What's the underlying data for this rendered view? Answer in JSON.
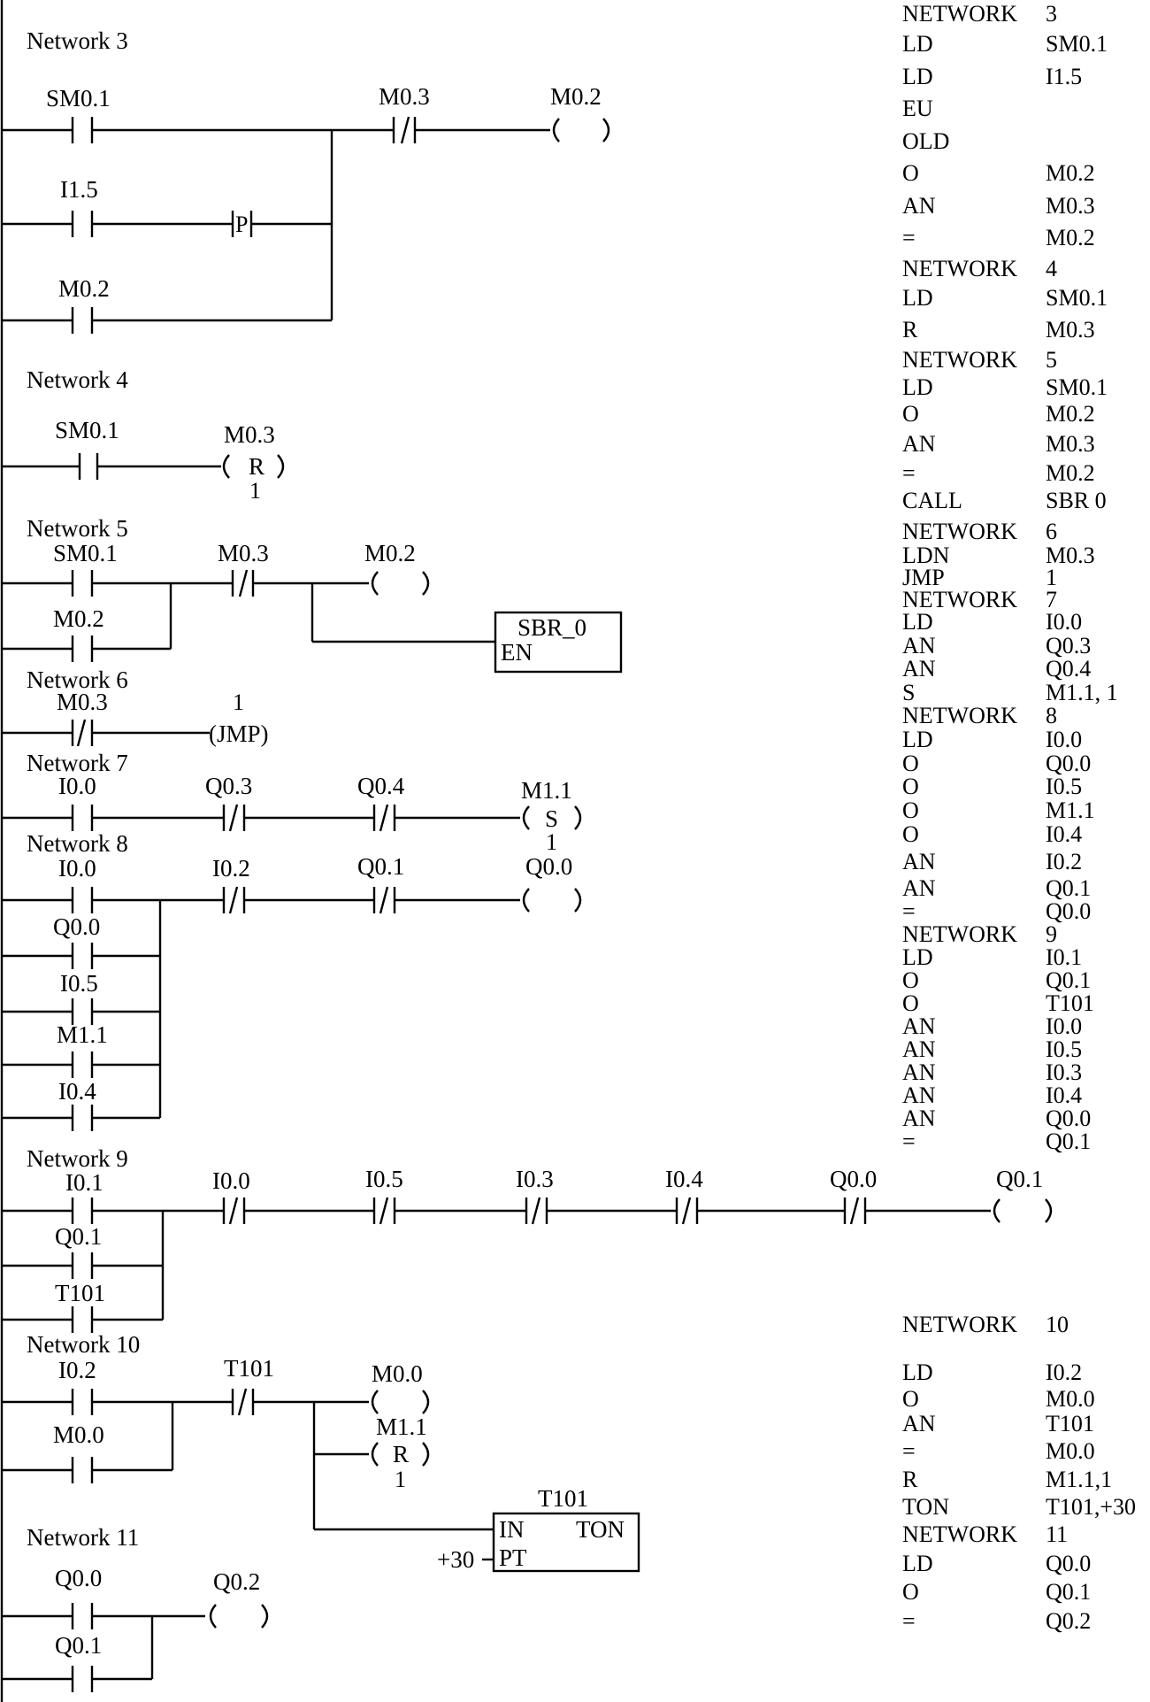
{
  "networks": {
    "n3": {
      "title": "Network 3",
      "c_sm01": "SM0.1",
      "c_i15": "I1.5",
      "c_m02": "M0.2",
      "p_label": "P",
      "c_m03": "M0.3",
      "coil_m02": "M0.2"
    },
    "n4": {
      "title": "Network 4",
      "c_sm01": "SM0.1",
      "coil_m03": "M0.3",
      "coil_letter": "R",
      "coil_n": "1"
    },
    "n5": {
      "title": "Network 5",
      "c_sm01": "SM0.1",
      "c_m02": "M0.2",
      "c_m03": "M0.3",
      "coil_m02": "M0.2",
      "box_name": "SBR_0",
      "box_en": "EN"
    },
    "n6": {
      "title": "Network 6",
      "c_m03": "M0.3",
      "jmp_n": "1",
      "jmp_text": "(JMP)"
    },
    "n7": {
      "title": "Network 7",
      "c_i00": "I0.0",
      "c_q03": "Q0.3",
      "c_q04": "Q0.4",
      "coil_m11": "M1.1",
      "coil_letter": "S",
      "coil_n": "1"
    },
    "n8": {
      "title": "Network 8",
      "c_i00": "I0.0",
      "c_q00": "Q0.0",
      "c_i05": "I0.5",
      "c_m11": "M1.1",
      "c_i04": "I0.4",
      "c_i02": "I0.2",
      "c_q01": "Q0.1",
      "coil_q00": "Q0.0"
    },
    "n9": {
      "title": "Network 9",
      "c_i01": "I0.1",
      "c_q01": "Q0.1",
      "c_t101": "T101",
      "c_i00": "I0.0",
      "c_i05": "I0.5",
      "c_i03": "I0.3",
      "c_i04": "I0.4",
      "c_q00": "Q0.0",
      "coil_q01": "Q0.1"
    },
    "n10": {
      "title": "Network 10",
      "c_i02": "I0.2",
      "c_m00": "M0.0",
      "c_t101": "T101",
      "coil_m00": "M0.0",
      "coil_m11": "M1.1",
      "coil_letter": "R",
      "coil_n": "1",
      "timer_name": "T101",
      "timer_in": "IN",
      "timer_type": "TON",
      "timer_pt": "PT",
      "timer_preset": "+30"
    },
    "n11": {
      "title": "Network 11",
      "c_q00": "Q0.0",
      "c_q01": "Q0.1",
      "coil_q02": "Q0.2"
    }
  },
  "instructions": [
    {
      "op": "NETWORK",
      "arg": "3"
    },
    {
      "op": "LD",
      "arg": "SM0.1"
    },
    {
      "op": "LD",
      "arg": "I1.5"
    },
    {
      "op": "EU",
      "arg": ""
    },
    {
      "op": "OLD",
      "arg": ""
    },
    {
      "op": "O",
      "arg": "M0.2"
    },
    {
      "op": "AN",
      "arg": "M0.3"
    },
    {
      "op": "=",
      "arg": "M0.2"
    },
    {
      "op": "NETWORK",
      "arg": "4"
    },
    {
      "op": "LD",
      "arg": "SM0.1"
    },
    {
      "op": "R",
      "arg": "M0.3"
    },
    {
      "op": "NETWORK",
      "arg": "5"
    },
    {
      "op": "LD",
      "arg": "SM0.1"
    },
    {
      "op": "O",
      "arg": "M0.2"
    },
    {
      "op": "AN",
      "arg": "M0.3"
    },
    {
      "op": "=",
      "arg": "M0.2"
    },
    {
      "op": "CALL",
      "arg": "SBR 0"
    },
    {
      "op": "NETWORK",
      "arg": "6"
    },
    {
      "op": "LDN",
      "arg": "M0.3"
    },
    {
      "op": "JMP",
      "arg": "1"
    },
    {
      "op": "NETWORK",
      "arg": "7"
    },
    {
      "op": "LD",
      "arg": "I0.0"
    },
    {
      "op": "AN",
      "arg": "Q0.3"
    },
    {
      "op": "AN",
      "arg": "Q0.4"
    },
    {
      "op": "S",
      "arg": "M1.1, 1"
    },
    {
      "op": "NETWORK",
      "arg": "8"
    },
    {
      "op": "LD",
      "arg": "I0.0"
    },
    {
      "op": "O",
      "arg": "Q0.0"
    },
    {
      "op": "O",
      "arg": "I0.5"
    },
    {
      "op": "O",
      "arg": "M1.1"
    },
    {
      "op": "O",
      "arg": "I0.4"
    },
    {
      "op": "AN",
      "arg": "I0.2"
    },
    {
      "op": "AN",
      "arg": "Q0.1"
    },
    {
      "op": "=",
      "arg": "Q0.0"
    },
    {
      "op": "NETWORK",
      "arg": "9"
    },
    {
      "op": "LD",
      "arg": "I0.1"
    },
    {
      "op": "O",
      "arg": "Q0.1"
    },
    {
      "op": "O",
      "arg": "T101"
    },
    {
      "op": "AN",
      "arg": "I0.0"
    },
    {
      "op": "AN",
      "arg": "I0.5"
    },
    {
      "op": "AN",
      "arg": "I0.3"
    },
    {
      "op": "AN",
      "arg": "I0.4"
    },
    {
      "op": "AN",
      "arg": "Q0.0"
    },
    {
      "op": "=",
      "arg": "Q0.1"
    },
    {
      "op": "NETWORK",
      "arg": "10"
    },
    {
      "op": "LD",
      "arg": "I0.2"
    },
    {
      "op": "O",
      "arg": "M0.0"
    },
    {
      "op": "AN",
      "arg": "T101"
    },
    {
      "op": "=",
      "arg": "M0.0"
    },
    {
      "op": "R",
      "arg": "M1.1,1"
    },
    {
      "op": "TON",
      "arg": "T101,+30"
    },
    {
      "op": "NETWORK",
      "arg": "11"
    },
    {
      "op": "LD",
      "arg": "Q0.0"
    },
    {
      "op": "O",
      "arg": "Q0.1"
    },
    {
      "op": "=",
      "arg": "Q0.2"
    }
  ]
}
